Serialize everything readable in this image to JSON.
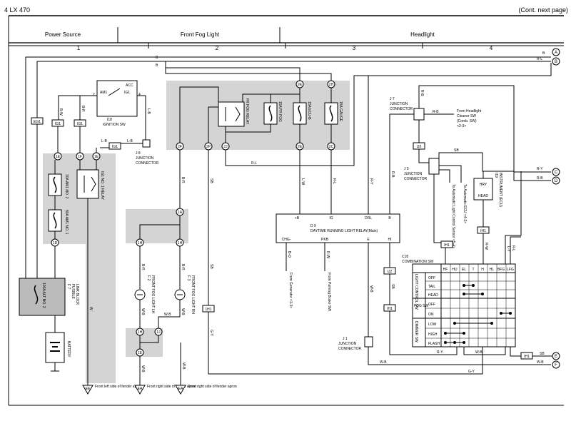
{
  "header": {
    "page_label": "4  LX 470",
    "continued": "(Cont.  next page)"
  },
  "sections": {
    "power_source": "Power Source",
    "front_fog_light": "Front Fog Light",
    "headlight": "Headlight"
  },
  "columns": [
    "1",
    "2",
    "3",
    "4"
  ],
  "offpage": [
    "A",
    "B",
    "C",
    "D",
    "E",
    "F"
  ],
  "components": {
    "ignition_sw": {
      "id": "I18",
      "name": "IGNITION SW",
      "am1": "AM1",
      "ig1": "IG1",
      "acc": "ACC",
      "pin2": "2",
      "pin4": "4"
    },
    "j8": {
      "id": "J 8",
      "name1": "JUNCTION",
      "name2": "CONNECTOR"
    },
    "fusible_link": {
      "id": "F 7",
      "name1": "FUSIBLE",
      "name2": "LINK BLOCK",
      "fuse": "100A ALT NO. 2"
    },
    "battery": "BATTERY",
    "relay_ig1": "IG1 NO. 1 RELAY",
    "fuse_am1_no2": "30A AM1 NO. 2",
    "fuse_am1_no1": "80A AM1 NO. 1",
    "relay_fr_fog": "FR FOG RELAY",
    "fuse_fr_fog": "15A FR FOG",
    "fuse_ecu_b": "15A ECU-B",
    "fuse_gauge": "15A GAUGE",
    "f2": {
      "id": "F 2",
      "name": "FRONT FOG LIGHT LH"
    },
    "f3": {
      "id": "F 3",
      "name": "FRONT FOG LIGHT RH"
    },
    "drl": {
      "id": "D 9",
      "name": "DAYTIME RUNNING LIGHT RELAY(Main)",
      "pins_top": [
        "+B",
        "IG",
        "DRL",
        "B"
      ],
      "pins_bottom": [
        "CHG-",
        "PKB",
        "E",
        "HI"
      ]
    },
    "j7": {
      "id": "J 7",
      "name1": "JUNCTION",
      "name2": "CONNECTOR",
      "from1": "From Headlight",
      "from2": "Cleaner SW",
      "from3": "(Comb. SW)",
      "from4": "<3-3>"
    },
    "j5": {
      "id": "J 5",
      "name1": "JUNCTION",
      "name2": "CONNECTOR"
    },
    "i19": {
      "id": "I19",
      "name": "INSTRUMENT (ECU)",
      "hry": "HRY",
      "head": "HEAD"
    },
    "j1": {
      "id": "J 1",
      "name1": "JUNCTION",
      "name2": "CONNECTOR"
    },
    "c18": {
      "id": "C18",
      "name": "COMBINATION SW",
      "columns": [
        "HF",
        "HU",
        "EL",
        "T",
        "H",
        "HL",
        "BFG",
        "LFG"
      ],
      "light_control": "LIGHT CONTROL SW",
      "rows_light": [
        "OFF",
        "TAIL",
        "HEAD"
      ],
      "fog": "FOG SW",
      "rows_fog": [
        "OFF",
        "ON"
      ],
      "dimmer": "DIMMER SW",
      "rows_dimmer": [
        "LOW",
        "HIGH",
        "FLASH"
      ]
    },
    "auto_sensor": "To Automatic Light Control Sensor <5-4>",
    "auto_ecu": "To Automatic ECU <4-2>",
    "from_generator": "From Generator <1-3>",
    "from_parking": "From Parking Brake SW"
  },
  "grounds": {
    "ee": "EE",
    "ee_text": "Front left side of fender apron",
    "ea_mid": "EA",
    "ea_mid_text": "Front right side of fender apron",
    "ea_right": "EA",
    "ea_right_text": "Front right side of fender apron"
  },
  "connectors": [
    "1E",
    "1F",
    "1E",
    "1D",
    "1G",
    "2F",
    "2J",
    "2E",
    "2D",
    "2O",
    "2D",
    "2H",
    "2C",
    "2P",
    "1A",
    "1H",
    "1H",
    "1H",
    "1J",
    "1E",
    "1H1",
    "IJ2",
    "IH1",
    "IH1",
    "IG1",
    "EG1",
    "IG1",
    "IG1",
    "IJ2",
    "IH1",
    "IH1"
  ],
  "wires": [
    "B",
    "W",
    "B-R",
    "B-W",
    "L-B",
    "B-R",
    "R-L",
    "L-W",
    "R-L",
    "R-Y",
    "SB",
    "R-B",
    "B-O",
    "R-W",
    "W-B",
    "G-Y",
    "W-B",
    "R-Y",
    "W-B",
    "SB",
    "R-L",
    "L-Y",
    "R-W",
    "W-B",
    "W-B",
    "R-B"
  ]
}
